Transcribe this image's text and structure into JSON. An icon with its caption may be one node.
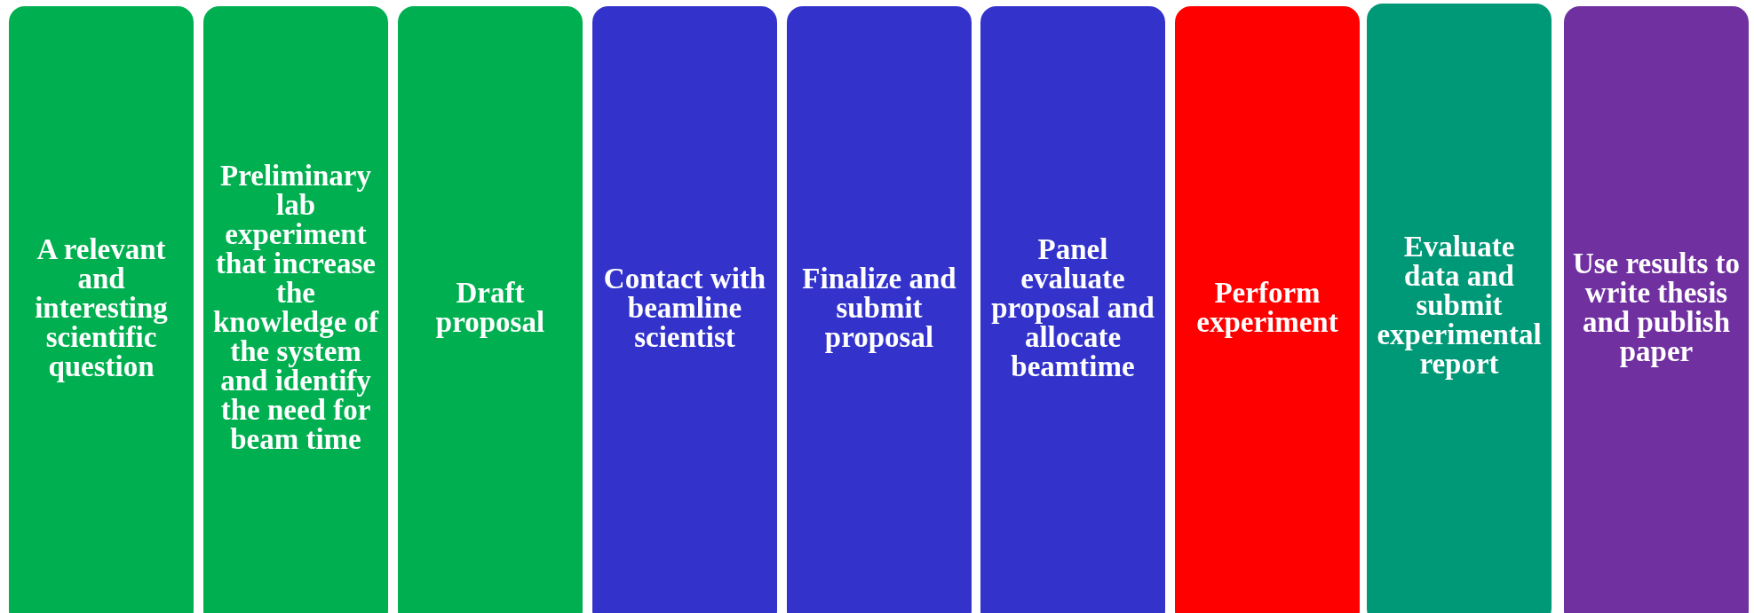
{
  "diagram": {
    "nodes": [
      {
        "text": [
          "A relevant and interesting scientific question"
        ]
      },
      {
        "text": [
          "Preliminary lab experiment that increase the knowledge of the system and identify the need for beam time"
        ]
      },
      {
        "text": [
          "Draft proposal"
        ]
      },
      {
        "text": [
          "Contact with beamline scientist"
        ]
      },
      {
        "text": [
          "Finalize and submit proposal"
        ]
      },
      {
        "text": [
          "Panel evaluate proposal and allocate beamtime"
        ]
      },
      {
        "text": [
          "Perform experiment"
        ]
      },
      {
        "text": [
          "Evaluate data and submit experimental report"
        ]
      },
      {
        "text": [
          "Use results to write thesis and publish paper"
        ]
      }
    ]
  }
}
